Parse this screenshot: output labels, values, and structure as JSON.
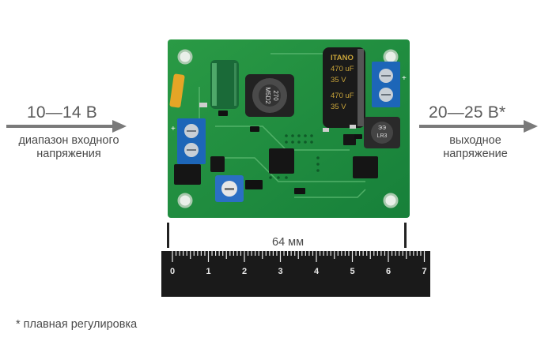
{
  "input": {
    "voltage": "10—14 В",
    "caption_line1": "диапазон входного",
    "caption_line2": "напряжения"
  },
  "output": {
    "voltage": "20—25 В*",
    "caption_line1": "выходное",
    "caption_line2": "напряжение"
  },
  "dimension": {
    "label": "64 мм"
  },
  "footnote": "* плавная регулировка",
  "ruler": {
    "numbers": [
      "0",
      "1",
      "2",
      "3",
      "4",
      "5",
      "6",
      "7"
    ]
  },
  "board": {
    "capacitor_marking": [
      "ITANO",
      "470 uF",
      "35 V"
    ],
    "inductor_left_marking": [
      "270",
      "M5D2"
    ],
    "inductor_right_marking": [
      "ЭЭ",
      "LR3"
    ]
  },
  "colors": {
    "pcb_green": "#1f8c3a",
    "text_gray": "#4a4a4a",
    "arrow_gray": "#7a7a7a",
    "ruler_black": "#1a1a1a"
  }
}
